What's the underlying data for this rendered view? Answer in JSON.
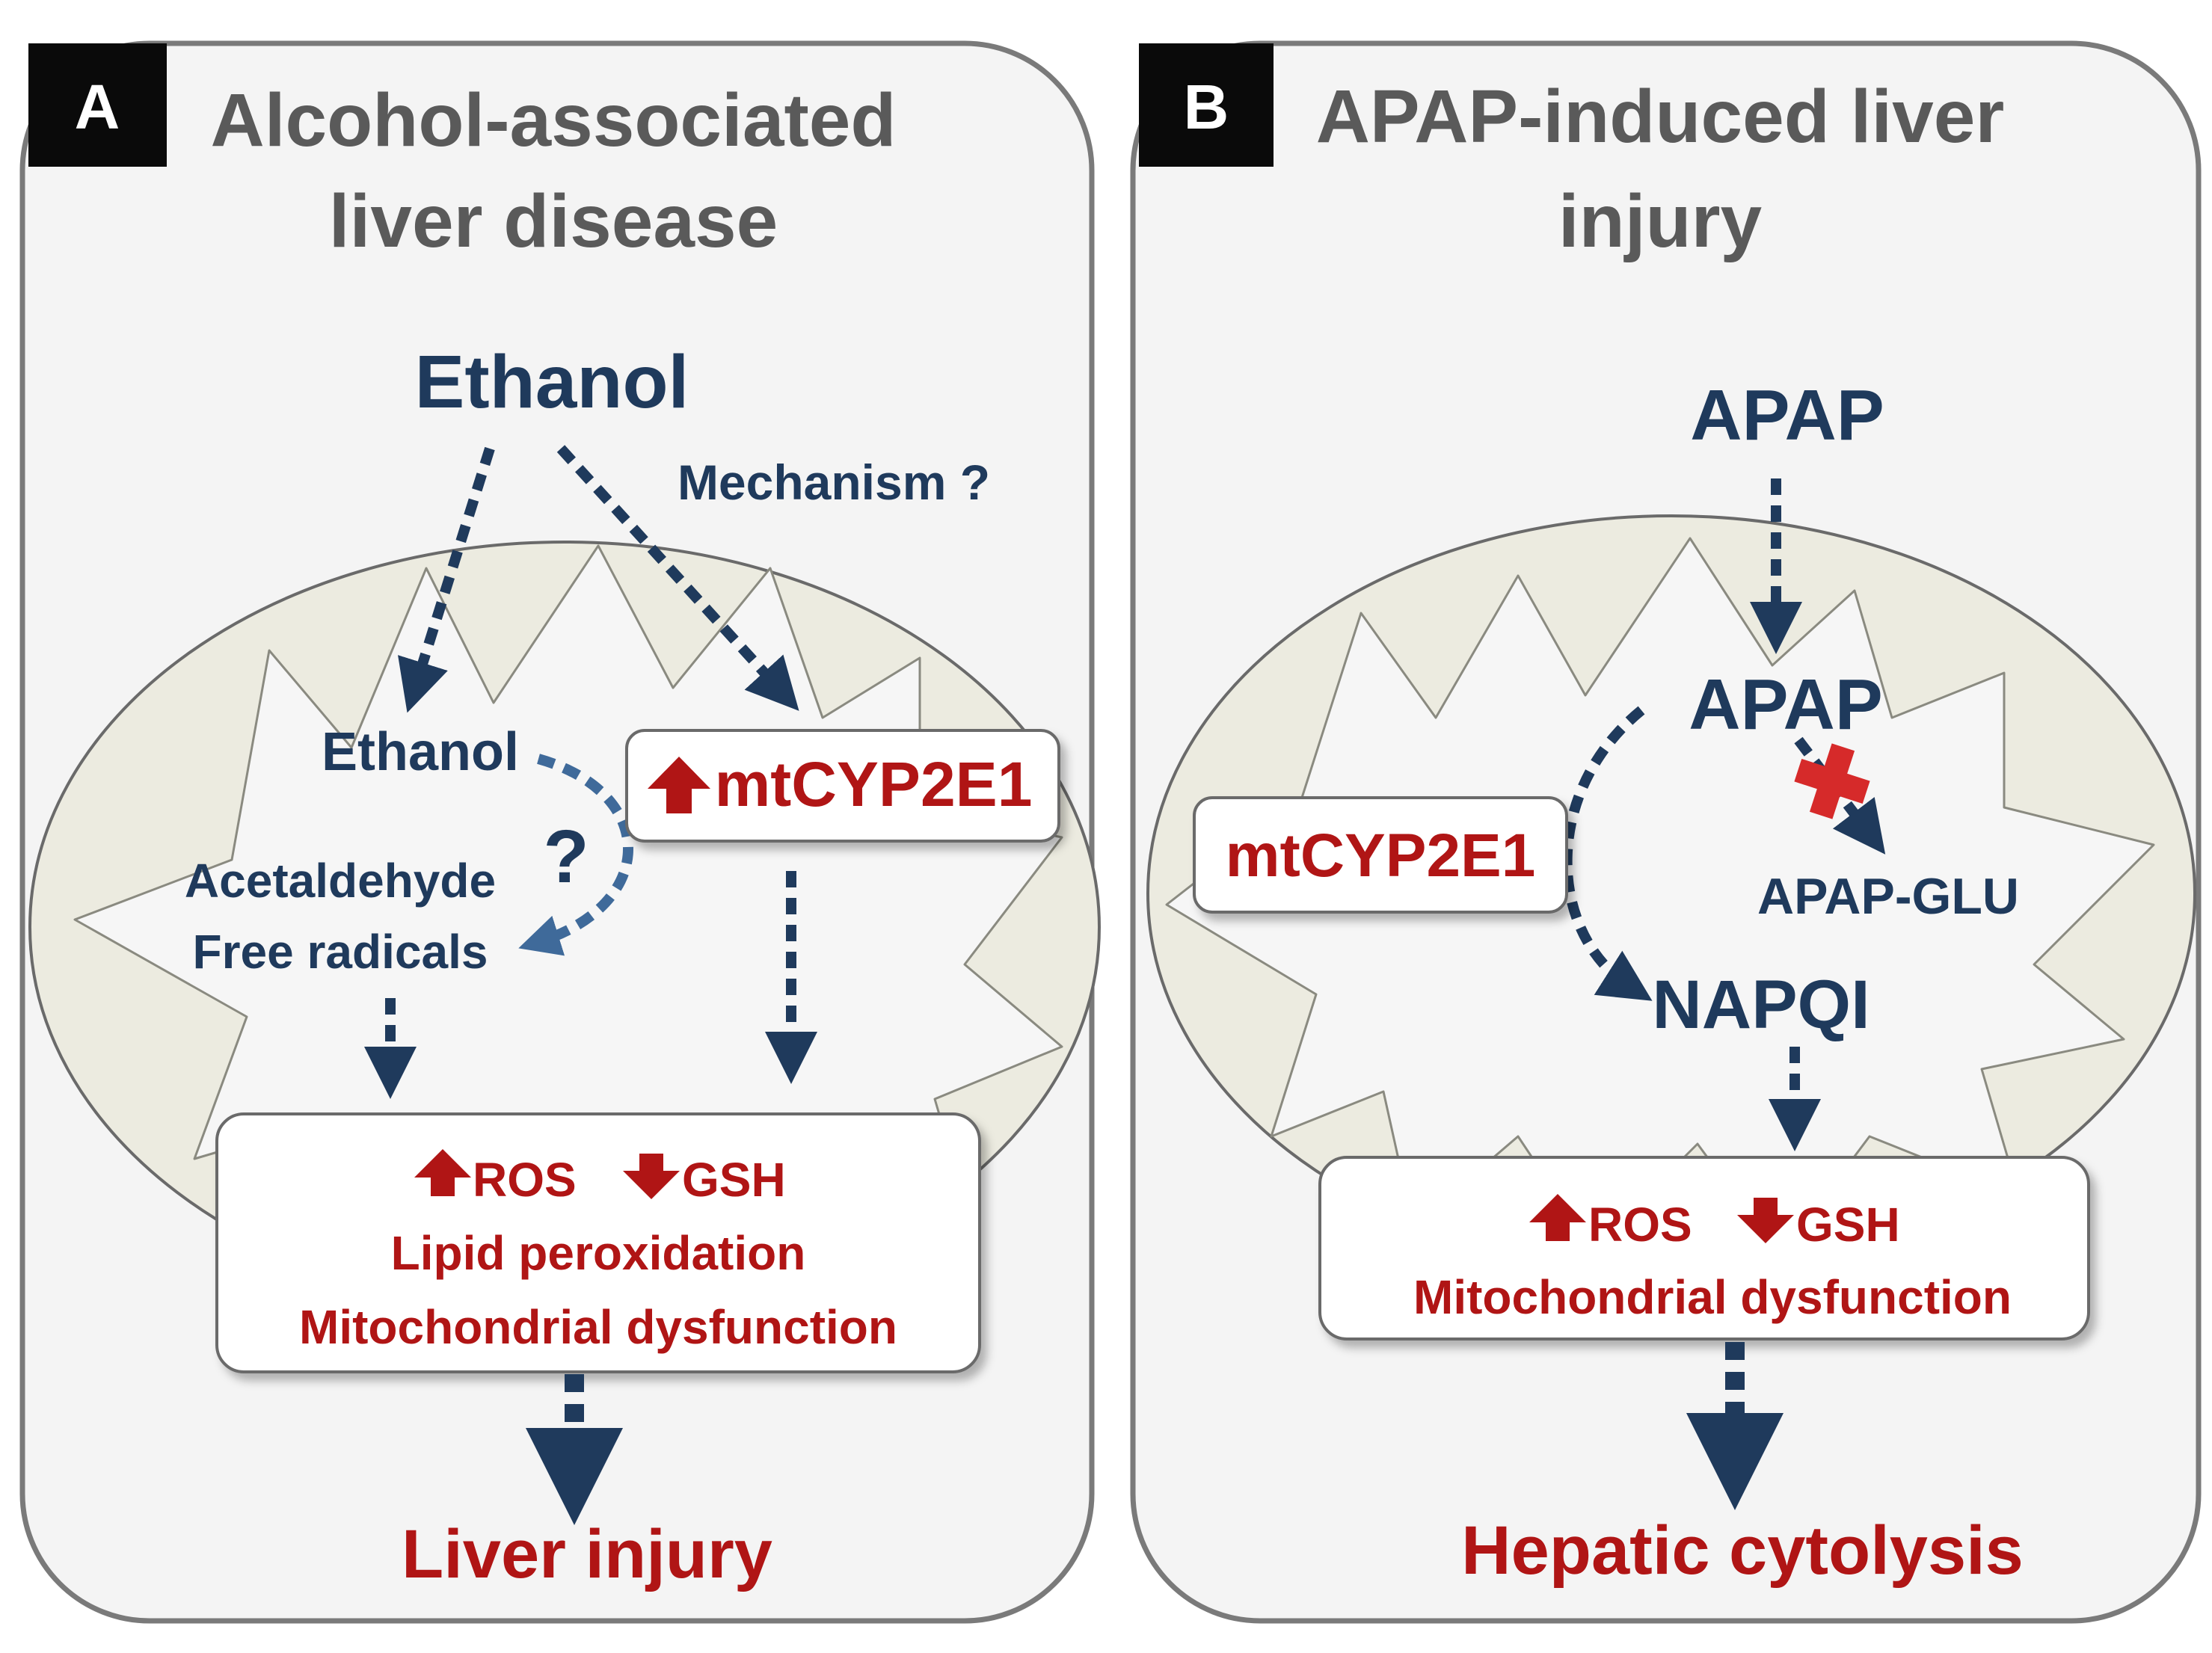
{
  "panel_a": {
    "letter": "A",
    "title_line1": "Alcohol-associated",
    "title_line2": "liver disease",
    "ethanol_top": "Ethanol",
    "mechanism": "Mechanism ?",
    "ethanol_inner": "Ethanol",
    "question": "?",
    "acetaldehyde": "Acetaldehyde",
    "free_radicals": "Free radicals",
    "mtcyp2e1": "mtCYP2E1",
    "ros": "ROS",
    "gsh": "GSH",
    "lipid": "Lipid peroxidation",
    "mito": "Mitochondrial dysfunction",
    "outcome": "Liver injury"
  },
  "panel_b": {
    "letter": "B",
    "title_line1": "APAP-induced liver",
    "title_line2": "injury",
    "apap_top": "APAP",
    "apap_inner": "APAP",
    "mtcyp2e1": "mtCYP2E1",
    "apap_glu": "APAP-GLU",
    "napqi": "NAPQI",
    "ros": "ROS",
    "gsh": "GSH",
    "mito": "Mitochondrial dysfunction",
    "outcome": "Hepatic cytolysis"
  },
  "colors": {
    "navy": "#1f3a5c",
    "red": "#b01515",
    "panel_bg": "#f4f4f4",
    "mito_fill": "#ecebe0"
  }
}
